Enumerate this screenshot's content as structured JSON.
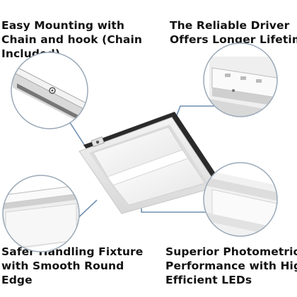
{
  "captions": {
    "top_left": [
      "Easy Mounting with",
      "Chain and hook  (Chain",
      "Included)"
    ],
    "top_right": [
      "The Reliable Driver",
      "Offers Longer Lifetime"
    ],
    "bottom_left": [
      "Safer Handling Fixture",
      "with Smooth Round",
      "Edge"
    ],
    "bottom_right": [
      "Superior Photometric",
      "Performance with High",
      "Efficient LEDs"
    ]
  },
  "colors": {
    "callout_line": "#6f8fb0",
    "callout_ring": "#9aa9b8",
    "fixture_frame": "#e9e9e9",
    "panel_lens": "#f6f6f6",
    "housing_shadow": "#2a2a2a",
    "text": "#111111"
  },
  "icons": {
    "fixture": "led-linear-high-bay-fixture",
    "detail_top_left": "mounting-bracket-detail",
    "detail_top_right": "driver-box-detail",
    "detail_bottom_left": "rounded-edge-detail",
    "detail_bottom_right": "lens-corner-detail"
  }
}
